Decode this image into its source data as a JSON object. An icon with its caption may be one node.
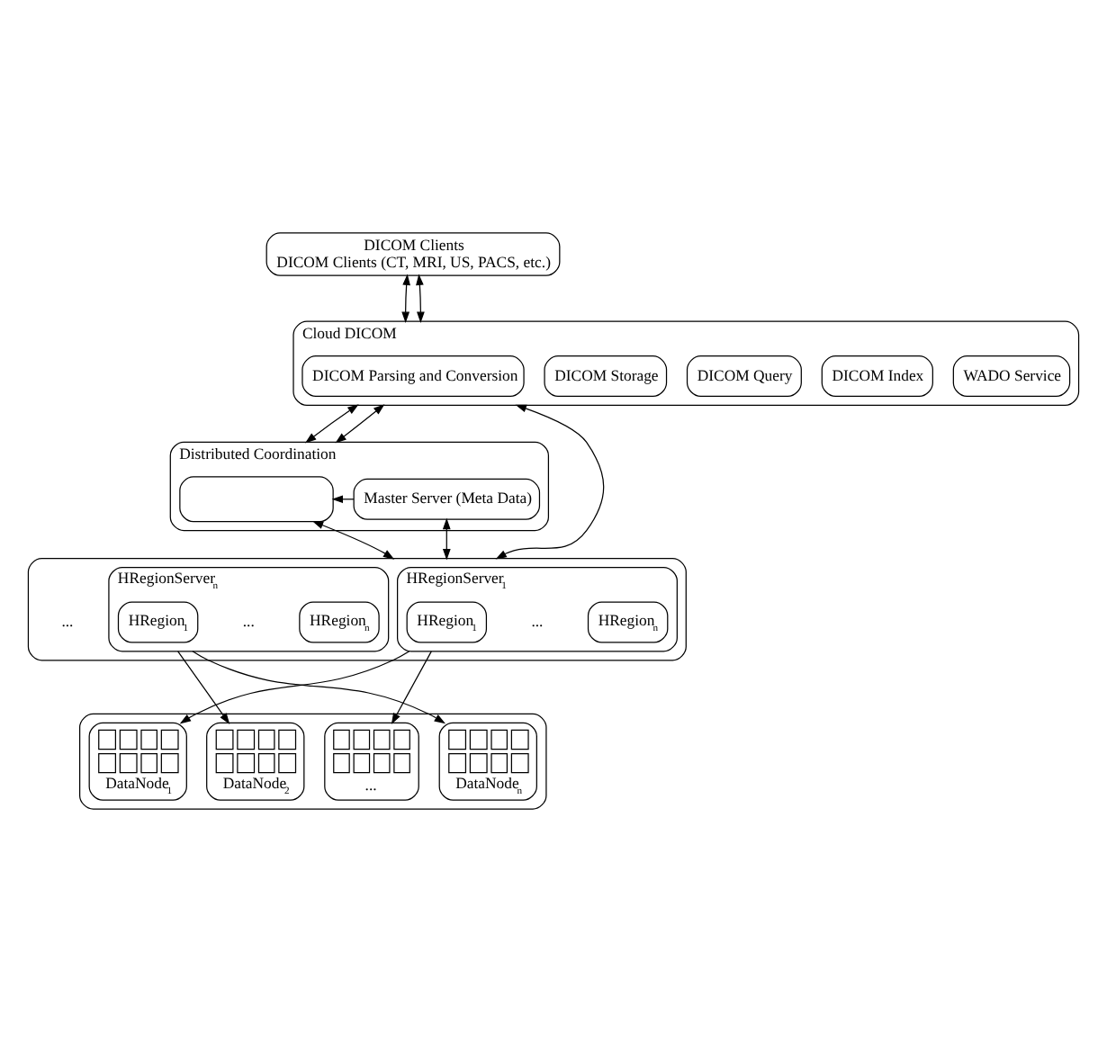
{
  "diagram": {
    "nodes": [
      {
        "text": [
          "DICOM Clients",
          "DICOM Clients (CT, MRI, US, PACS, etc.)"
        ]
      },
      {
        "text": [
          "Cloud DICOM"
        ]
      },
      {
        "text": [
          "DICOM Parsing and Conversion"
        ],
        "in": 1
      },
      {
        "text": [
          "DICOM Storage"
        ],
        "in": 1
      },
      {
        "text": [
          "DICOM Query"
        ],
        "in": 1
      },
      {
        "text": [
          "DICOM Index"
        ],
        "in": 1
      },
      {
        "text": [
          "WADO Service"
        ],
        "in": 1
      },
      {
        "text": [
          "Distributed Coordination"
        ]
      },
      {
        "text": [],
        "shape": "box",
        "in": 7
      },
      {
        "text": [
          "Master Server (Meta Data)"
        ],
        "in": 7
      },
      {
        "text": [],
        "shape": "box"
      },
      {
        "text": [
          "HRegionServer$_{1}$"
        ],
        "in": 10
      },
      {
        "text": [
          "HRegion$_{1}$"
        ],
        "in": 11
      },
      {
        "text": [
          "HRegion$_{n}$"
        ],
        "in": 11
      },
      {
        "text": [
          "HRegionServer$_{n}$"
        ],
        "in": 10
      },
      {
        "text": [
          "HRegion$_{1}$"
        ],
        "in": 14
      },
      {
        "text": [
          "HRegion$_{n}$"
        ],
        "in": 14
      },
      {
        "text": [],
        "shape": "box"
      },
      {
        "text": [
          "DataNode$_{1}$"
        ],
        "in": 17
      },
      {
        "text": [
          "DataNode$_{2}$"
        ],
        "in": 17
      },
      {
        "text": [
          "..."
        ],
        "in": 17
      },
      {
        "text": [
          "DataNode$_{n}$"
        ],
        "in": 17
      }
    ],
    "edges": [
      {
        "from": 0,
        "to": 1,
        "arrow": "both"
      },
      {
        "from": 0,
        "to": 1,
        "arrow": "both"
      },
      {
        "from": 1,
        "to": 7,
        "arrow": "both"
      },
      {
        "from": 1,
        "to": 7,
        "arrow": "both"
      },
      {
        "from": 1,
        "to": 10,
        "arrow": "both"
      },
      {
        "from": 9,
        "to": 8,
        "arrow": "to"
      },
      {
        "from": 8,
        "to": 10,
        "arrow": "both"
      },
      {
        "from": 9,
        "to": 10,
        "arrow": "both"
      },
      {
        "from": 11,
        "to": 18,
        "arrow": "to"
      },
      {
        "from": 11,
        "to": 20,
        "arrow": "to"
      },
      {
        "from": 14,
        "to": 19,
        "arrow": "to"
      },
      {
        "from": 14,
        "to": 21,
        "arrow": "to"
      }
    ],
    "labels": [
      "...",
      "...",
      "..."
    ]
  }
}
